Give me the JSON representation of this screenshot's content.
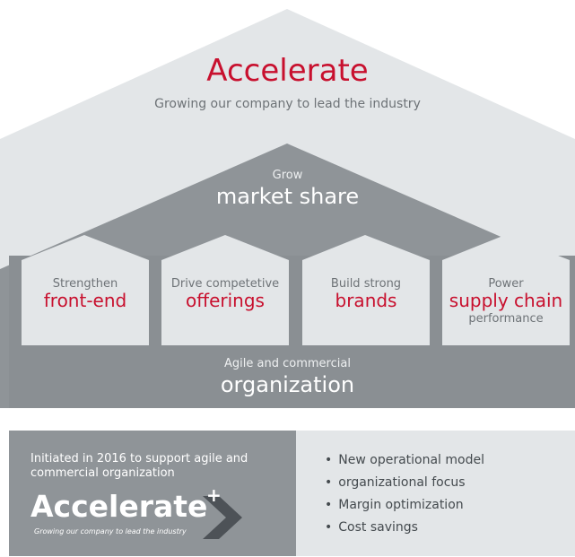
{
  "roof": {
    "title": "Accelerate",
    "subtitle": "Growing our company to lead the industry"
  },
  "middle": {
    "small": "Grow",
    "big": "market share"
  },
  "pillars": [
    {
      "top": "Strengthen",
      "main": "front-end",
      "bottom": ""
    },
    {
      "top": "Drive competetive",
      "main": "offerings",
      "bottom": ""
    },
    {
      "top": "Build strong",
      "main": "brands",
      "bottom": ""
    },
    {
      "top": "Power",
      "main": "supply chain",
      "bottom": "performance"
    }
  ],
  "foundation": {
    "small": "Agile and commercial",
    "big": "organization"
  },
  "panel": {
    "intro": "Initiated in 2016 to support agile and commercial organization",
    "logo_word": "Accelerate",
    "logo_plus": "+",
    "logo_tagline": "Growing our company to lead the industry"
  },
  "bullets": [
    "New operational model",
    "organizational focus",
    "Margin optimization",
    "Cost savings"
  ],
  "colors": {
    "accent": "#c8102e",
    "light_gray": "#e3e6e8",
    "mid_gray": "#969b9f",
    "dark_gray": "#4d5257",
    "pillar_bg": "#e3e6e8"
  }
}
